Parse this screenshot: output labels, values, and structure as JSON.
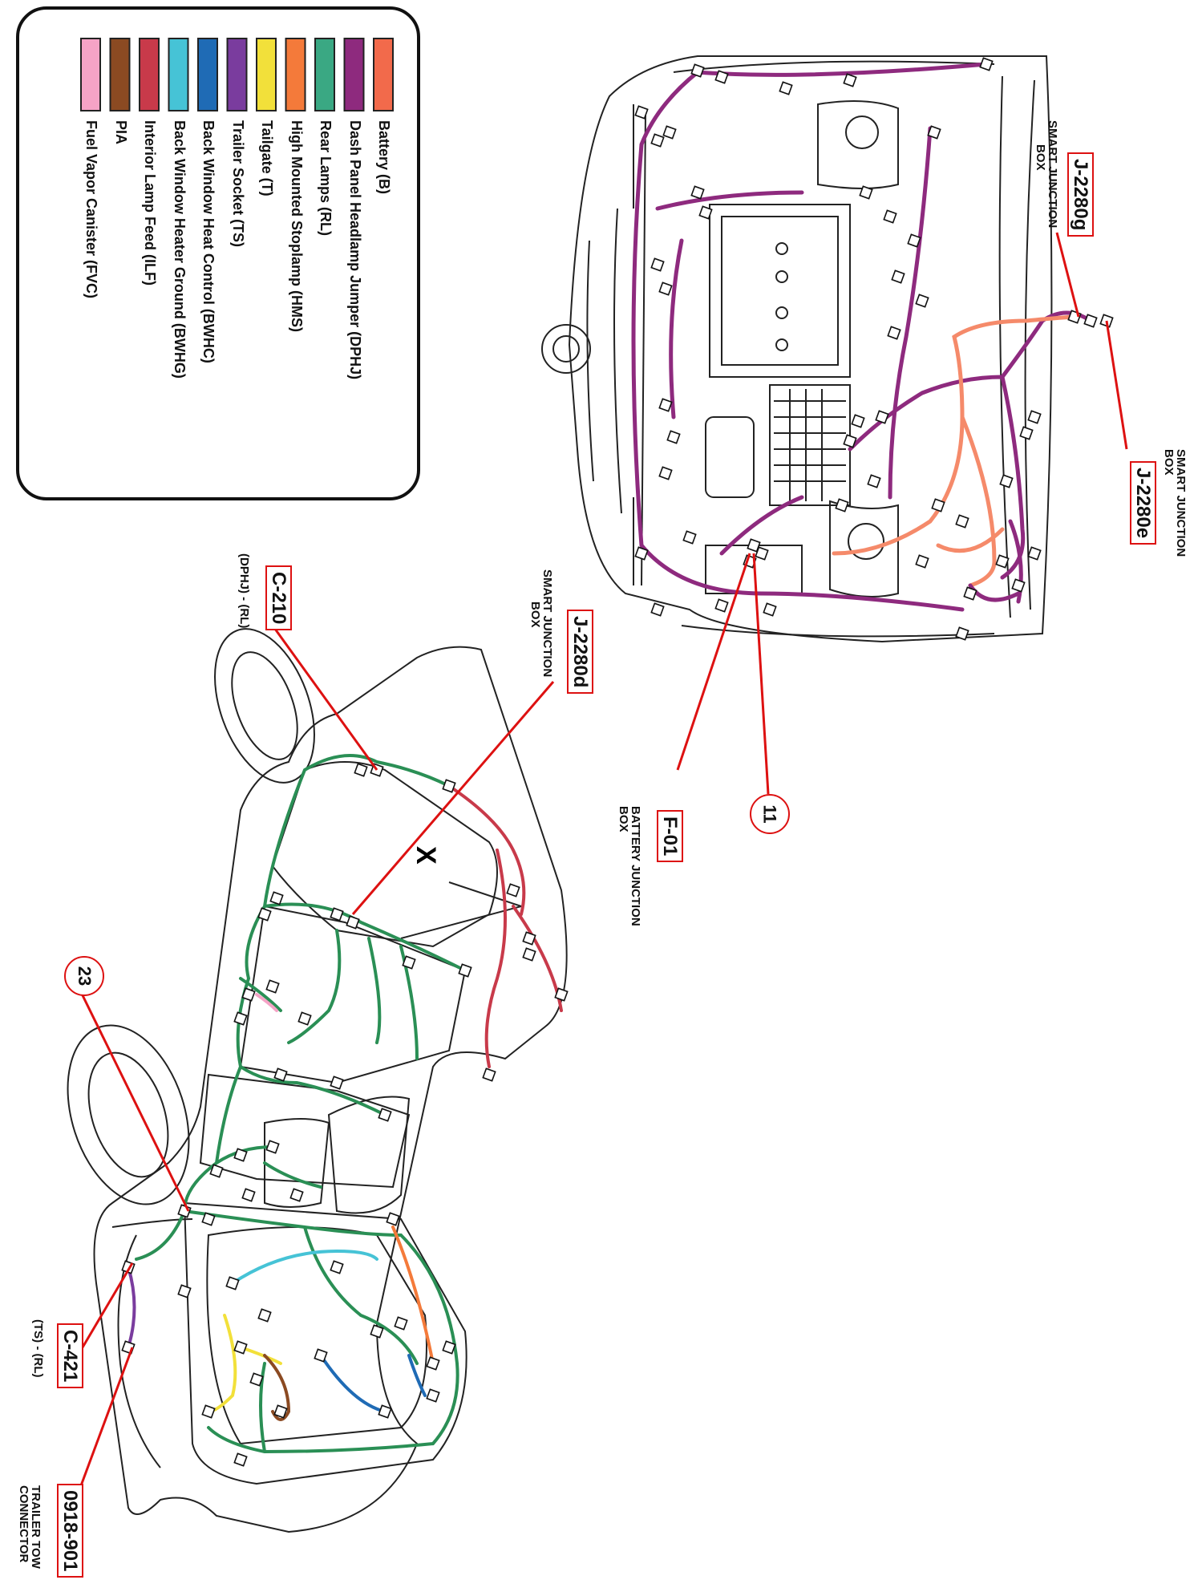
{
  "legend": {
    "items": [
      {
        "label": "Battery (B)",
        "color": "#f26a4b"
      },
      {
        "label": "Dash Panel Headlamp Jumper (DPHJ)",
        "color": "#8e2a7e"
      },
      {
        "label": "Rear Lamps (RL)",
        "color": "#3aa883"
      },
      {
        "label": "High Mounted Stoplamp (HMS)",
        "color": "#f47a3a"
      },
      {
        "label": "Tailgate (T)",
        "color": "#f2e03a"
      },
      {
        "label": "Trailer Socket (TS)",
        "color": "#7a3c9e"
      },
      {
        "label": "Back Window Heat Control (BWHC)",
        "color": "#1f6bb5"
      },
      {
        "label": "Back Window Heater Ground (BWHG)",
        "color": "#46c3d6"
      },
      {
        "label": "Interior Lamp Feed (ILF)",
        "color": "#c83a4a"
      },
      {
        "label": "PIA",
        "color": "#8b4a22"
      },
      {
        "label": "Fuel Vapor Canister (FVC)",
        "color": "#f5a3c6"
      }
    ]
  },
  "callouts": {
    "j2280g": {
      "code": "J-2280g",
      "desc": "SMART JUNCTION",
      "desc2": "BOX"
    },
    "j2280e": {
      "code": "J-2280e",
      "desc": "SMART JUNCTION",
      "desc2": "BOX"
    },
    "f01": {
      "code": "F-01",
      "desc": "BATTERY JUNCTION",
      "desc2": "BOX"
    },
    "j2280d": {
      "code": "J-2280d",
      "desc": "SMART JUNCTION",
      "desc2": "BOX"
    },
    "c210": {
      "code": "C-210",
      "desc": "(DPHJ) - (RL)"
    },
    "c421": {
      "code": "C-421",
      "desc": "(TS) - (RL)"
    },
    "trailer": {
      "code": "0918-901",
      "desc": "TRAILER TOW",
      "desc2": "CONNECTOR"
    },
    "n11": {
      "label": "11"
    },
    "n23": {
      "label": "23"
    }
  },
  "marks": {
    "x_mark": "X"
  }
}
